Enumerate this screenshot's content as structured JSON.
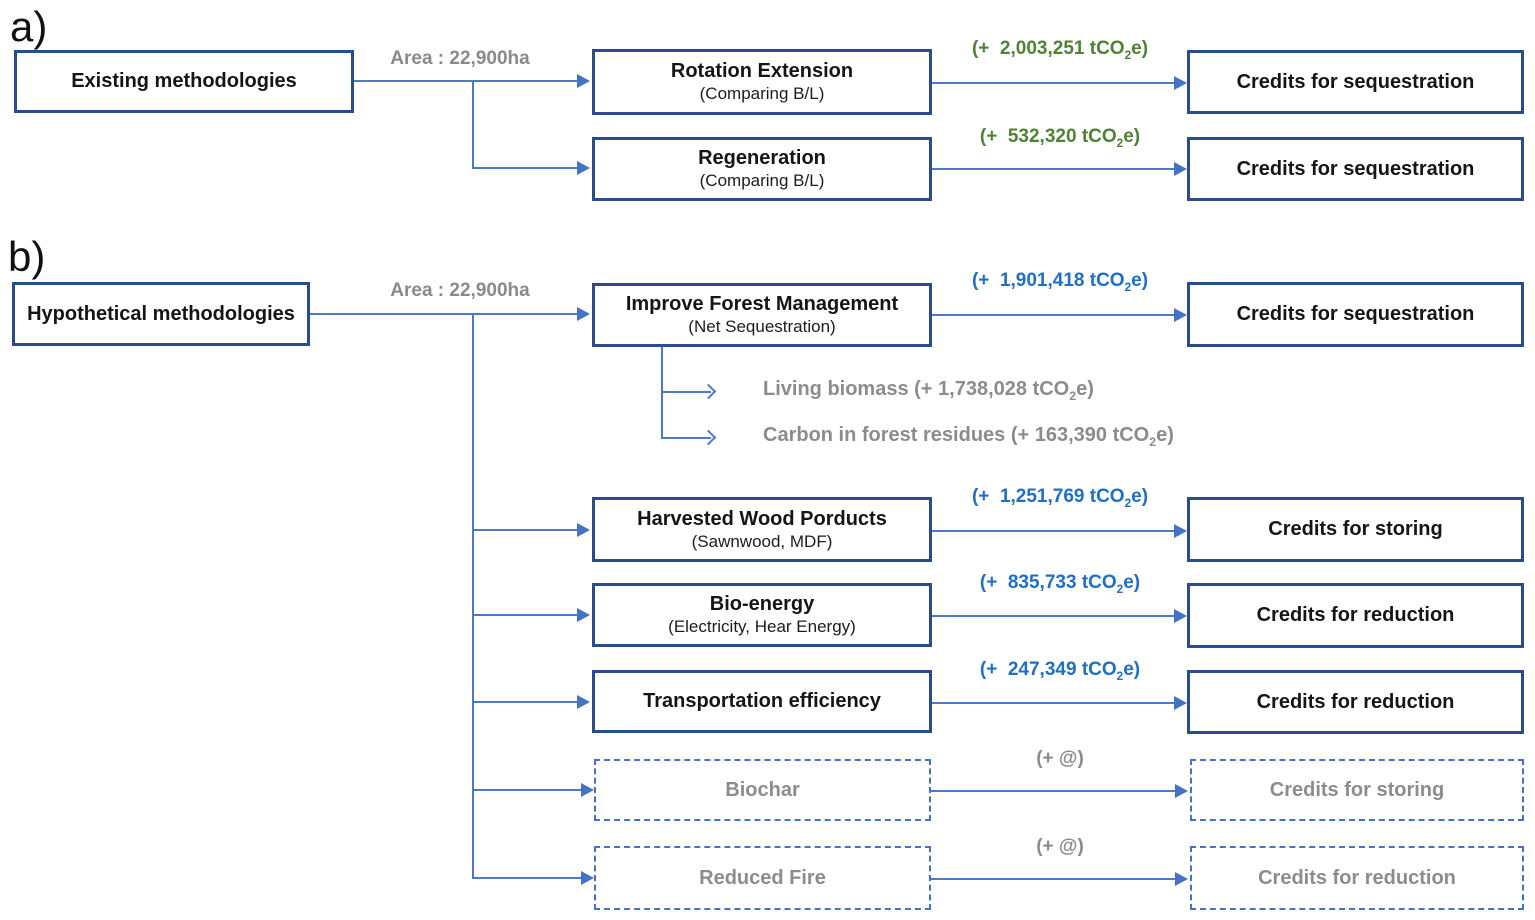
{
  "colors": {
    "box_border": "#2b4c8c",
    "connector_blue": "#4472c4",
    "value_green": "#4e8234",
    "value_blue": "#1e6fc5",
    "gray_text": "#8a8a8a"
  },
  "section_a": {
    "label": "a)",
    "source": "Existing methodologies",
    "area": "Area : 22,900ha",
    "rows": [
      {
        "title": "Rotation Extension",
        "subtitle": "(Comparing B/L)",
        "value": {
          "pre": "(+  2,003,251 tCO",
          "sub": "2",
          "post": "e)"
        },
        "credit": "Credits for sequestration"
      },
      {
        "title": "Regeneration",
        "subtitle": "(Comparing B/L)",
        "value": {
          "pre": "(+  532,320 tCO",
          "sub": "2",
          "post": "e)"
        },
        "credit": "Credits for sequestration"
      }
    ]
  },
  "section_b": {
    "label": "b)",
    "source": "Hypothetical methodologies",
    "area": "Area : 22,900ha",
    "rows": [
      {
        "title": "Improve Forest Management",
        "subtitle": "(Net Sequestration)",
        "value": {
          "pre": "(+  1,901,418 tCO",
          "sub": "2",
          "post": "e)"
        },
        "credit": "Credits for sequestration"
      },
      {
        "title": "Harvested Wood Porducts",
        "subtitle": "(Sawnwood, MDF)",
        "value": {
          "pre": "(+  1,251,769 tCO",
          "sub": "2",
          "post": "e)"
        },
        "credit": "Credits for storing"
      },
      {
        "title": "Bio-energy",
        "subtitle": "(Electricity, Hear Energy)",
        "value": {
          "pre": "(+  835,733 tCO",
          "sub": "2",
          "post": "e)"
        },
        "credit": "Credits for reduction"
      },
      {
        "title": "Transportation efficiency",
        "value": {
          "pre": "(+  247,349 tCO",
          "sub": "2",
          "post": "e)"
        },
        "credit": "Credits for reduction"
      },
      {
        "title": "Biochar",
        "value": {
          "pre": "(+ @)",
          "sub": "",
          "post": ""
        },
        "credit": "Credits for storing"
      },
      {
        "title": "Reduced Fire",
        "value": {
          "pre": "(+ @)",
          "sub": "",
          "post": ""
        },
        "credit": "Credits for reduction"
      }
    ],
    "breakdown": [
      {
        "pre": "Living biomass (+ 1,738,028 tCO",
        "sub": "2",
        "post": "e)"
      },
      {
        "pre": "Carbon in forest residues (+ 163,390 tCO",
        "sub": "2",
        "post": "e)"
      }
    ]
  }
}
